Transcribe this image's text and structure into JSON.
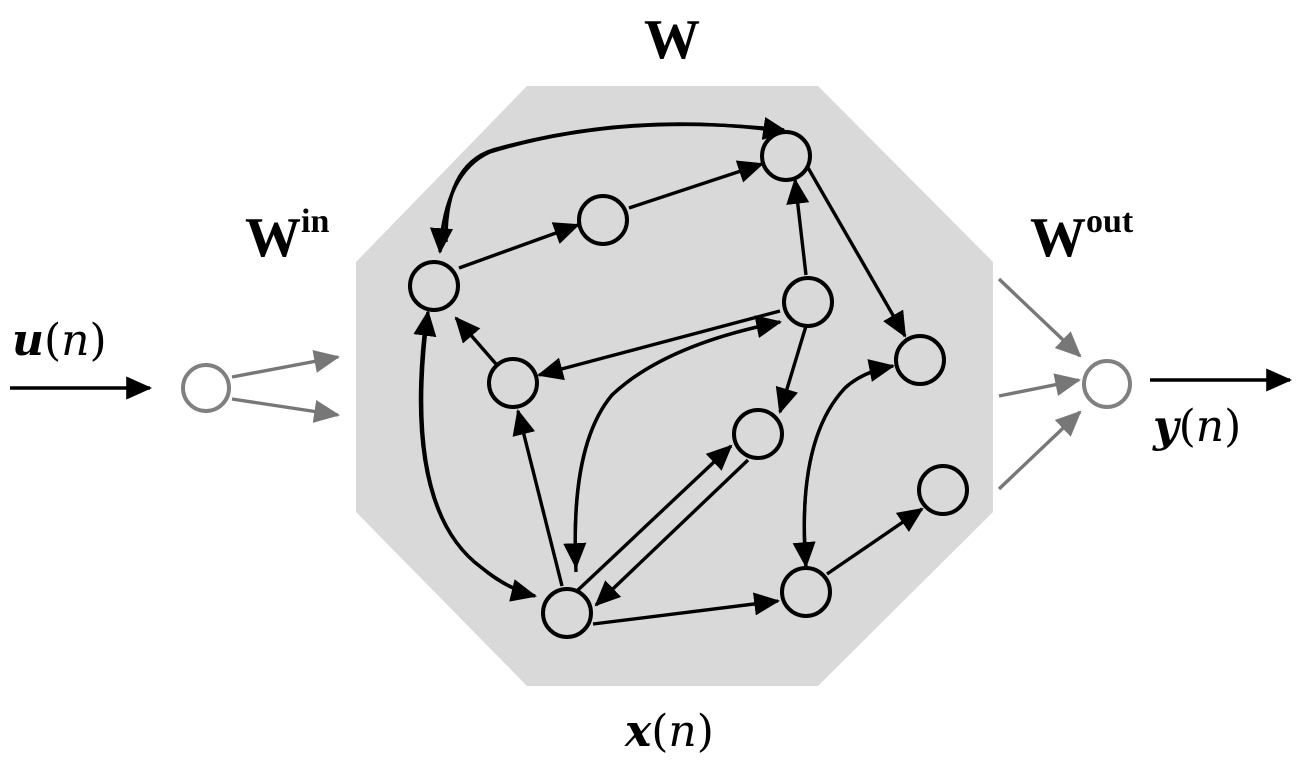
{
  "labels": {
    "reservoir_weights": "W",
    "input_weights_base": "W",
    "input_weights_sup": "in",
    "output_weights_base": "W",
    "output_weights_sup": "out",
    "input_var": "u",
    "output_var": "y",
    "state_var": "x",
    "arg": "n",
    "paren_open": "(",
    "paren_close": ")"
  },
  "colors": {
    "reservoir_fill": "#d9d9d9",
    "edge": "#000000",
    "io_edge": "#777777",
    "io_node": "#808080"
  }
}
